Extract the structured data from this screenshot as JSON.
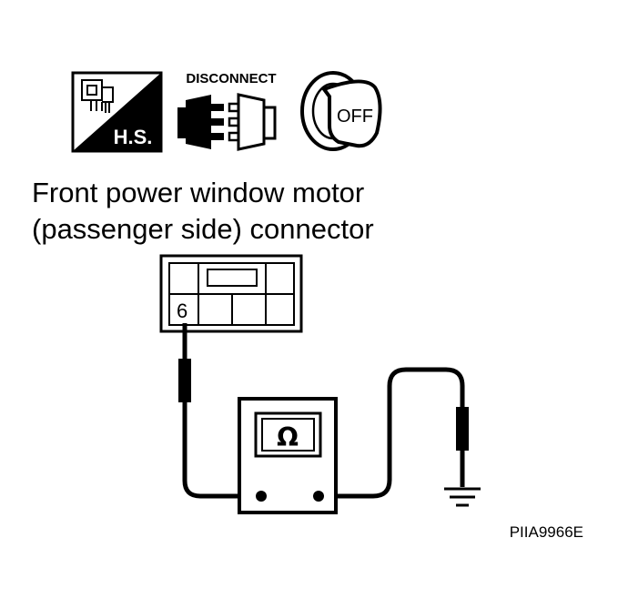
{
  "icons": {
    "harness_side_label": "H.S.",
    "disconnect_label": "DISCONNECT",
    "ignition_label": "OFF"
  },
  "caption": {
    "line1": "Front power window motor",
    "line2": "(passenger side) connector"
  },
  "connector": {
    "terminal": "6"
  },
  "meter": {
    "symbol": "Ω"
  },
  "figure_id": "PIIA9966E"
}
